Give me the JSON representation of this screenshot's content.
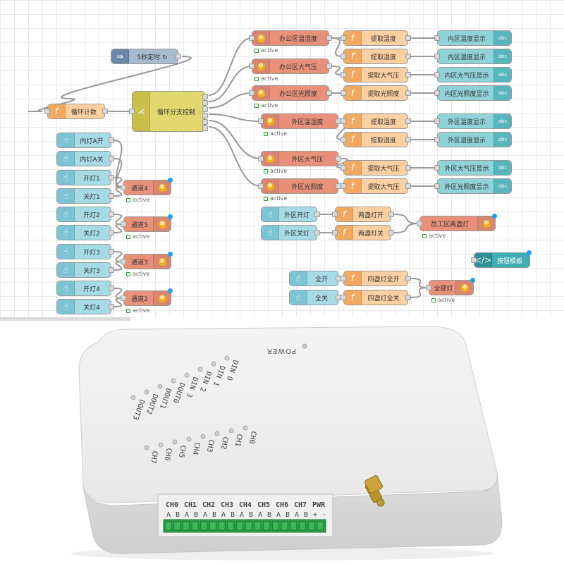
{
  "flow": {
    "inject": {
      "label": "5秒定时 ↻"
    },
    "counter": {
      "label": "循环计数"
    },
    "switch": {
      "label": "循环分支控制"
    },
    "mqtt_in": [
      {
        "label": "办公区温湿度",
        "status": "active"
      },
      {
        "label": "办公区大气压",
        "status": "active"
      },
      {
        "label": "办公区光照度",
        "status": "active"
      },
      {
        "label": "外区温湿度",
        "status": "active"
      },
      {
        "label": "外区大气压",
        "status": "active"
      },
      {
        "label": "外区光照度",
        "status": "active"
      }
    ],
    "functions": [
      "提取温度",
      "提取湿度",
      "提取大气压",
      "提取光照度",
      "提取温度",
      "提取湿度",
      "提取大气压",
      "提取大气压"
    ],
    "displays": [
      "内区温度显示",
      "内区湿度显示",
      "内区大气压显示",
      "内区光照度显示",
      "外区温度显示",
      "外区湿度显示",
      "外区大气压显示",
      "外区光照度显示"
    ],
    "ui_badge": "abc",
    "buttons": [
      "内灯A开",
      "内灯A关",
      "开灯1",
      "关灯1",
      "开灯2",
      "关灯2",
      "开灯3",
      "关灯3",
      "开灯4",
      "关灯4"
    ],
    "channels": [
      {
        "label": "通道4",
        "status": "active"
      },
      {
        "label": "通道5",
        "status": "active"
      },
      {
        "label": "通道3",
        "status": "active"
      },
      {
        "label": "通道2",
        "status": "active"
      }
    ],
    "outdoor_buttons": [
      "外区开灯",
      "外区关灯"
    ],
    "outdoor_funcs": [
      "两盏灯开",
      "两盏灯关"
    ],
    "outdoor_out": {
      "label": "员工区两盏灯",
      "status": "active"
    },
    "template": {
      "label": "按钮模板"
    },
    "all_buttons": [
      "全开",
      "全关"
    ],
    "all_funcs": [
      "四盏灯全开",
      "四盏灯全关"
    ],
    "all_out": {
      "label": "全部灯",
      "status": "active"
    }
  },
  "device": {
    "power_label": "POWER",
    "din_labels": [
      "DIN 0",
      "DIN 1",
      "DIN 2",
      "DIN 3",
      "DOUT0",
      "DOUT1",
      "DOUT2",
      "DOUT3"
    ],
    "ch_labels": [
      "CH0",
      "CH1",
      "CH2",
      "CH3",
      "CH4",
      "CH5",
      "CH6",
      "CH7"
    ],
    "terminal_groups": [
      "CH0",
      "CH1",
      "CH2",
      "CH3",
      "CH4",
      "CH5",
      "CH6",
      "CH7",
      "PWR"
    ],
    "terminal_sub": [
      "A",
      "B",
      "A",
      "B",
      "A",
      "B",
      "A",
      "B",
      "A",
      "B",
      "A",
      "B",
      "A",
      "B",
      "A",
      "B",
      "+",
      "-"
    ]
  },
  "colors": {
    "wire": "#999999",
    "status_dot": "#1da1f2",
    "function": "#fdd0a2",
    "mqtt": "#e9907a",
    "ui_text": "#8fd3d8",
    "button": "#a6dbe6",
    "switch": "#e2d96e"
  }
}
